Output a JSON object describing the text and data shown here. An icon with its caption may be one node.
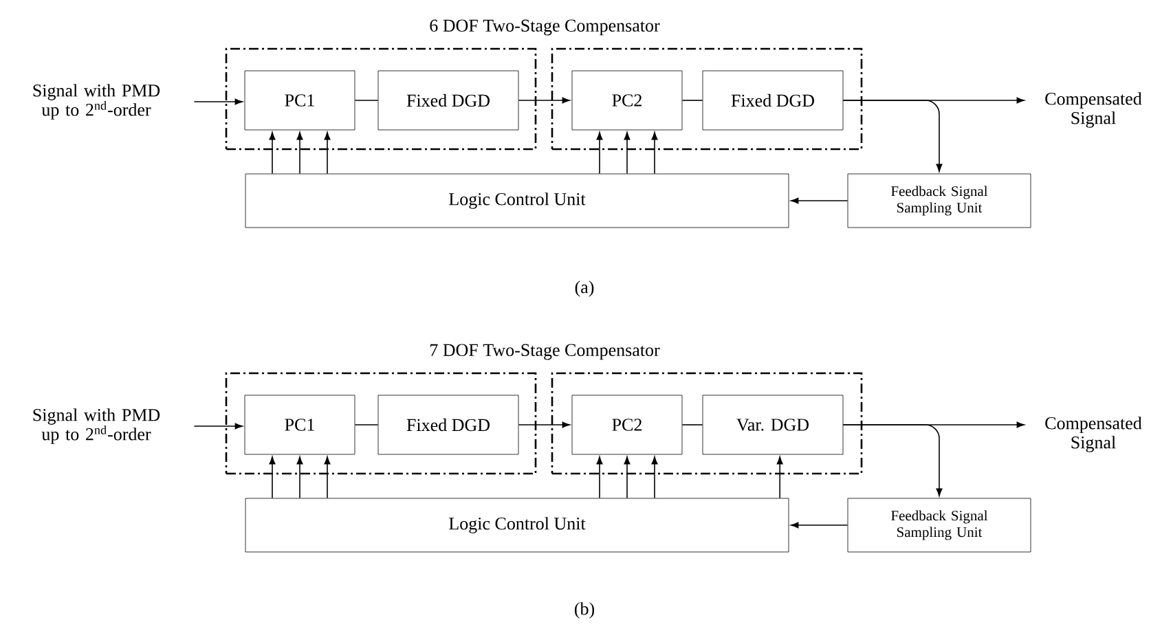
{
  "diagram": {
    "nodes": [
      {
        "text": [
          "Signal with PMD up to 2$^{nd}$-order"
        ]
      },
      {
        "text": [],
        "shape": "box"
      },
      {
        "text": [
          "PC1"
        ],
        "in": 1
      },
      {
        "text": [
          "Fixed DGD"
        ],
        "in": 1
      },
      {
        "text": [],
        "shape": "box"
      },
      {
        "text": [
          "PC2"
        ],
        "in": 4
      },
      {
        "text": [
          "Fixed DGD"
        ],
        "in": 4
      },
      {
        "text": [
          "Compensated Signal"
        ]
      },
      {
        "text": [
          "Logic Control Unit"
        ]
      },
      {
        "text": [
          "Feedback Signal Sampling Unit"
        ]
      },
      {
        "text": [
          "Signal with PMD up to 2$^{nd}$-order"
        ]
      },
      {
        "text": [],
        "shape": "box"
      },
      {
        "text": [
          "PC1"
        ],
        "in": 11
      },
      {
        "text": [
          "Fixed DGD"
        ],
        "in": 11
      },
      {
        "text": [],
        "shape": "box"
      },
      {
        "text": [
          "PC2"
        ],
        "in": 14
      },
      {
        "text": [
          "Var. DGD"
        ],
        "in": 14
      },
      {
        "text": [
          "Compensated Signal"
        ]
      },
      {
        "text": [
          "Logic Control Unit"
        ]
      },
      {
        "text": [
          "Feedback Signal Sampling Unit"
        ]
      }
    ],
    "edges": [
      {
        "from": 0,
        "to": 2,
        "arrow": "to"
      },
      {
        "from": 2,
        "to": 3,
        "arrow": "none"
      },
      {
        "from": 3,
        "to": 5,
        "arrow": "to"
      },
      {
        "from": 5,
        "to": 6,
        "arrow": "none"
      },
      {
        "from": 6,
        "to": 7,
        "arrow": "to"
      },
      {
        "from": 6,
        "to": 9,
        "arrow": "to"
      },
      {
        "from": 9,
        "to": 8,
        "arrow": "to"
      },
      {
        "from": 8,
        "to": 2,
        "arrow": "to"
      },
      {
        "from": 8,
        "to": 2,
        "arrow": "to"
      },
      {
        "from": 8,
        "to": 2,
        "arrow": "to"
      },
      {
        "from": 8,
        "to": 5,
        "arrow": "to"
      },
      {
        "from": 8,
        "to": 5,
        "arrow": "to"
      },
      {
        "from": 8,
        "to": 5,
        "arrow": "to"
      },
      {
        "from": 10,
        "to": 12,
        "arrow": "to"
      },
      {
        "from": 12,
        "to": 13,
        "arrow": "none"
      },
      {
        "from": 13,
        "to": 15,
        "arrow": "to"
      },
      {
        "from": 15,
        "to": 16,
        "arrow": "none"
      },
      {
        "from": 16,
        "to": 17,
        "arrow": "to"
      },
      {
        "from": 16,
        "to": 19,
        "arrow": "to"
      },
      {
        "from": 19,
        "to": 18,
        "arrow": "to"
      },
      {
        "from": 18,
        "to": 12,
        "arrow": "to"
      },
      {
        "from": 18,
        "to": 12,
        "arrow": "to"
      },
      {
        "from": 18,
        "to": 12,
        "arrow": "to"
      },
      {
        "from": 18,
        "to": 15,
        "arrow": "to"
      },
      {
        "from": 18,
        "to": 15,
        "arrow": "to"
      },
      {
        "from": 18,
        "to": 15,
        "arrow": "to"
      },
      {
        "from": 18,
        "to": 16,
        "arrow": "to"
      }
    ],
    "labels": [
      "6 DOF Two-Stage Compensator",
      "(a)",
      "7 DOF Two-Stage Compensator",
      "(b)"
    ]
  }
}
